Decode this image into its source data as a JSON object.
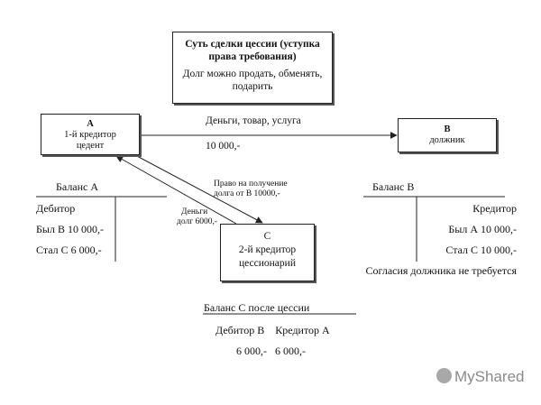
{
  "header": {
    "title": "Суть сделки цессии (уступка права требования)",
    "subtitle": "Долг можно продать, обменять, подарить"
  },
  "nodes": {
    "a": {
      "letter": "А",
      "role": "1-й кредитор",
      "term": "цедент"
    },
    "b": {
      "letter": "В",
      "role": "должник"
    },
    "c": {
      "letter": "С",
      "role": "2-й кредитор",
      "term": "цессионарий"
    }
  },
  "flows": {
    "a_to_b_top": "Деньги, товар, услуга",
    "a_to_b_bottom": "10 000,-",
    "right_to_c_line1": "Право на получение",
    "right_to_c_line2": "долга от В 10000,-",
    "money_line1": "Деньги",
    "money_line2": "долг 6000,-"
  },
  "balance_a": {
    "title": "Баланс А",
    "side": "Дебитор",
    "row1": "Был В 10 000,-",
    "row2": "Стал С 6 000,-"
  },
  "balance_b": {
    "title": "Баланс В",
    "side": "Кредитор",
    "row1": "Был А 10 000,-",
    "row2": "Стал С 10 000,-",
    "note": "Согласия должника  не требуется"
  },
  "balance_c": {
    "title": "Баланс С после цессии",
    "columns": "Дебитор В    Кредитор А",
    "values": "6 000,-   6 000,-"
  },
  "watermark": {
    "text": "MyShared"
  }
}
